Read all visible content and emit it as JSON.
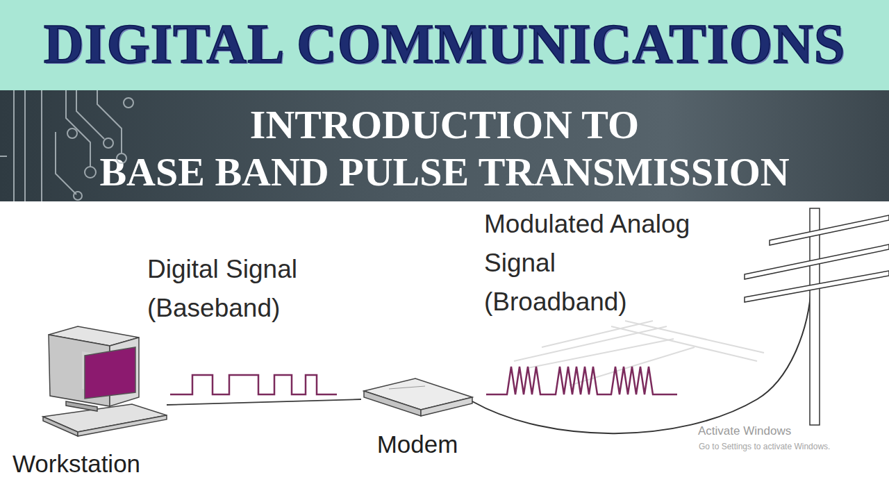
{
  "diagram": {
    "title": "DIGITAL COMMUNICATIONS",
    "nodes": [
      {
        "text": [
          "INTRODUCTION TO",
          "BASE BAND PULSE TRANSMISSION"
        ]
      },
      {
        "text": [
          "Workstation"
        ]
      },
      {
        "text": [
          "Modem"
        ]
      }
    ],
    "edges": [
      {
        "from": 1,
        "to": 2,
        "arrow": "none",
        "label": "Digital Signal (Baseband)"
      }
    ],
    "labels": [
      "Modulated Analog Signal (Broadband)",
      "Activate Windows",
      "Go to Settings to activate Windows."
    ]
  }
}
